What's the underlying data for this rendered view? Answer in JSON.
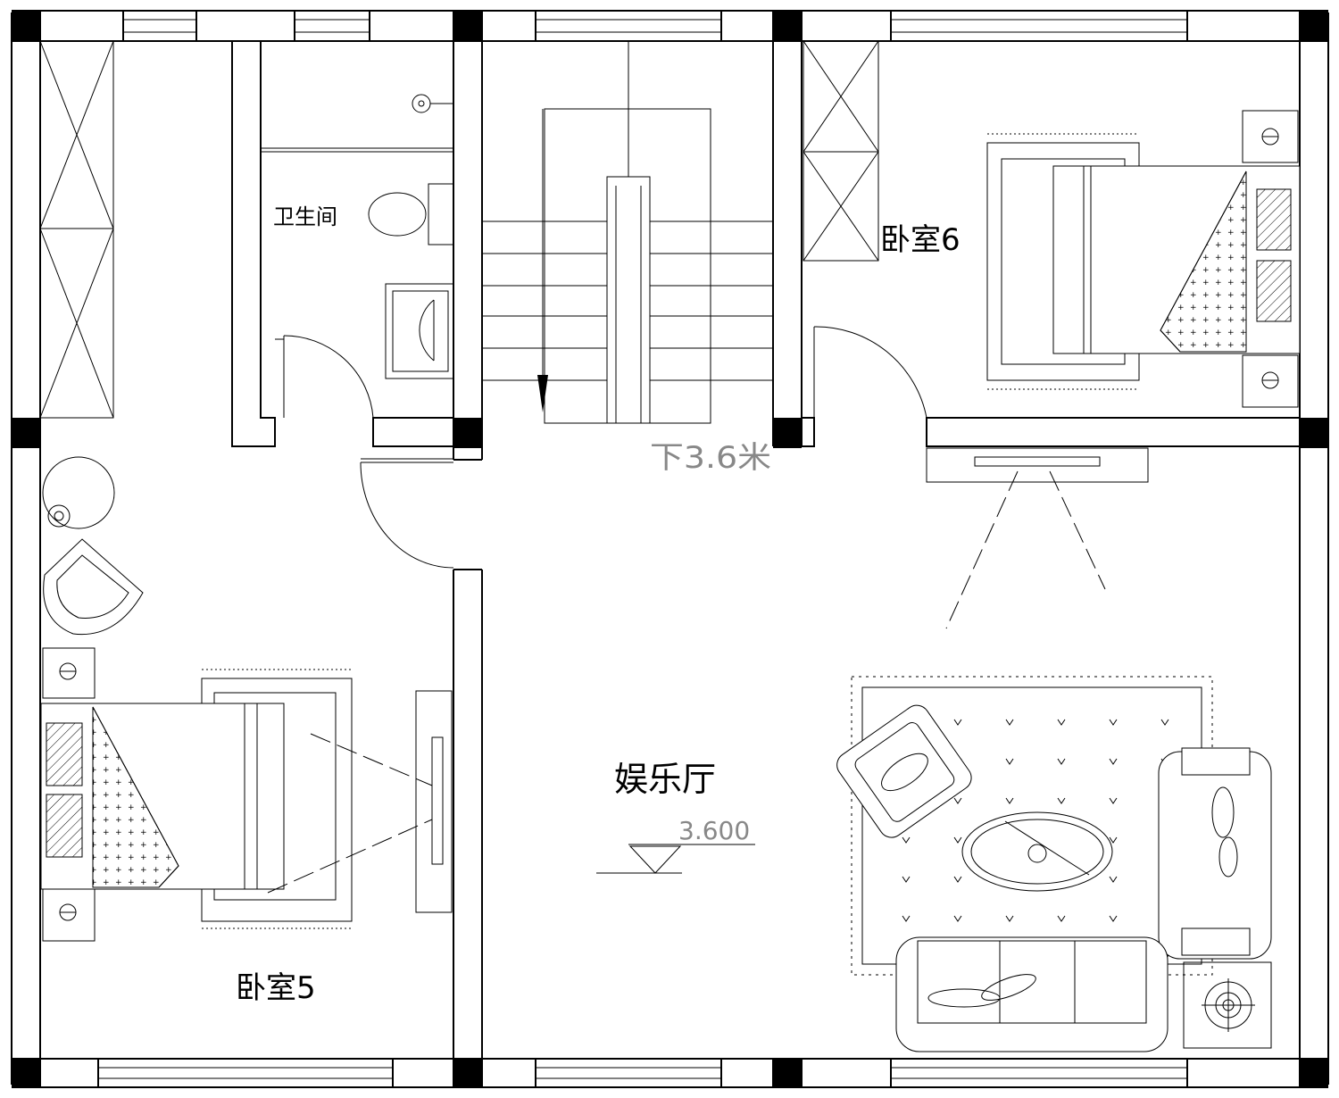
{
  "plan": {
    "rooms": {
      "bathroom": "卫生间",
      "bedroom6": "卧室6",
      "bedroom5": "卧室5",
      "hall": "娱乐厅"
    },
    "stair_note": "下3.6米",
    "elevation": "3.600"
  }
}
